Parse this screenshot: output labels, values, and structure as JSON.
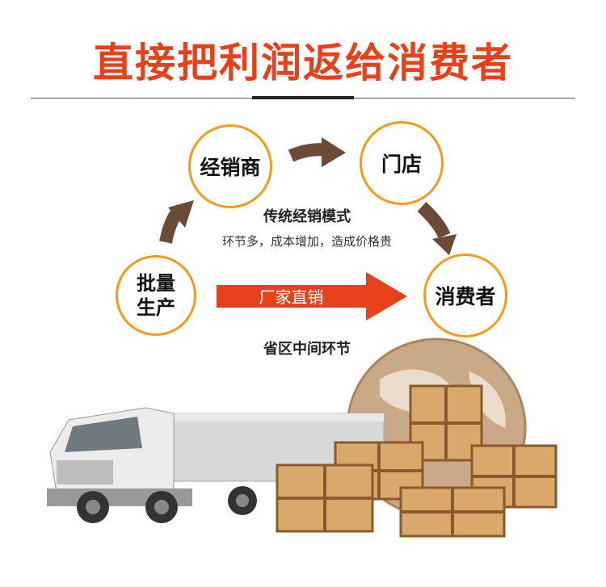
{
  "title": "直接把利润返给消费者",
  "nodes": {
    "dealer": "经销商",
    "store": "门店",
    "consumer": "消费者",
    "producer": "批量\n生产"
  },
  "traditional_mode": "传统经销模式",
  "traditional_note": "环节多，成本增加，造成价格贵",
  "direct_label": "厂家直销",
  "skip_note": "省区中间环节",
  "colors": {
    "title": "#e8411a",
    "node_border": "#f39b1a",
    "arrow_dark": "#6b4a36",
    "direct_arrow": "#e8411a"
  }
}
